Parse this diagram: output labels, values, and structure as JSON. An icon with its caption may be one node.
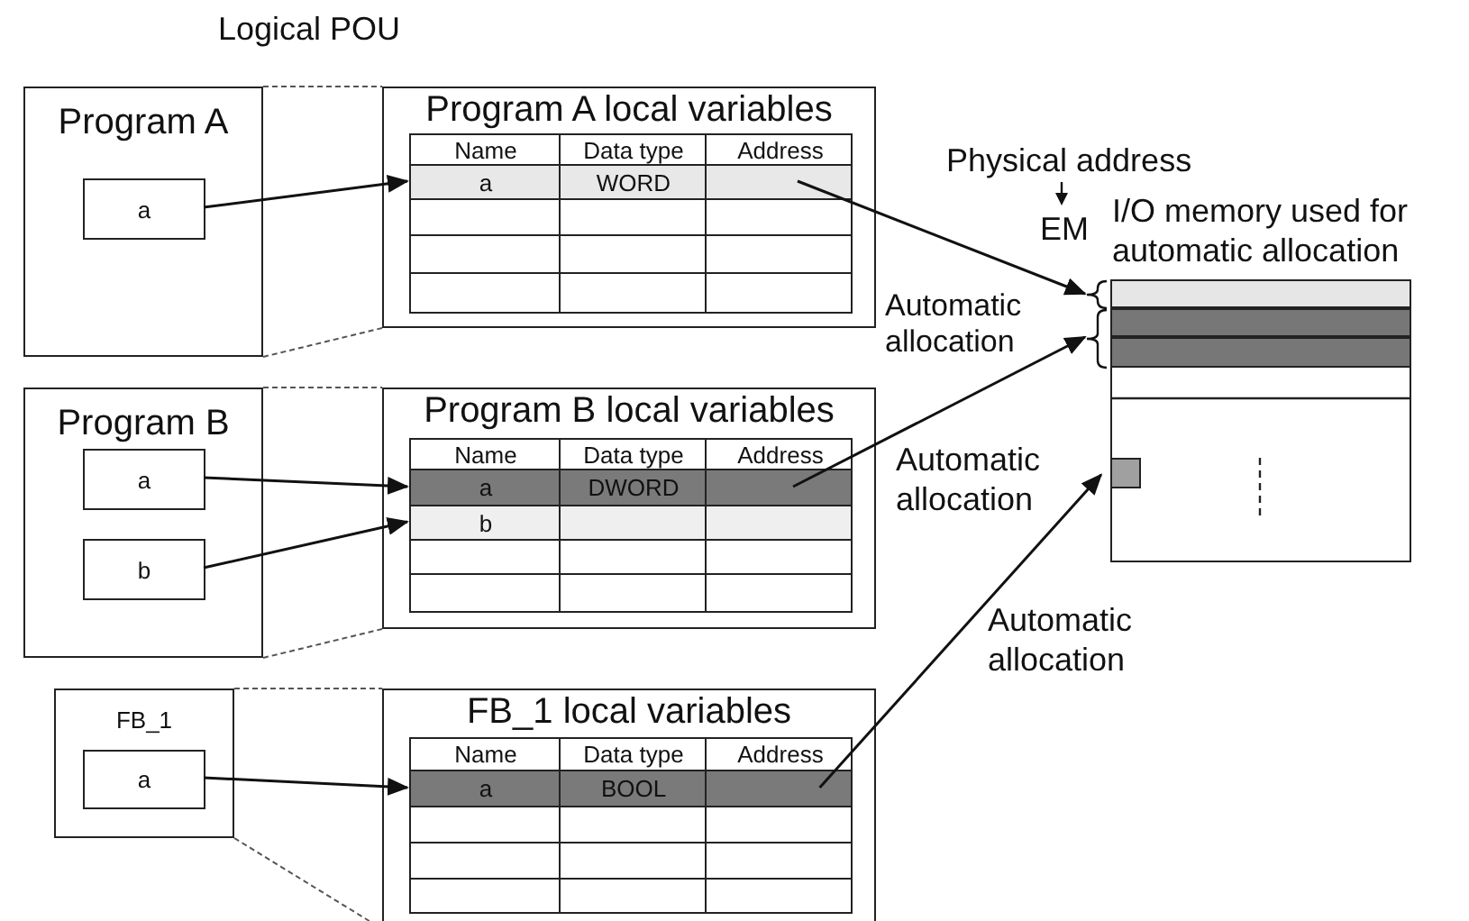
{
  "diagram": {
    "nodes": [
      {
        "text": [
          "Program A"
        ]
      },
      {
        "text": [
          "a"
        ],
        "in": 0
      },
      {
        "text": [
          "Program A local variables"
        ]
      },
      {
        "text": [
          "a",
          "WORD"
        ],
        "in": 2
      },
      {
        "text": [
          "Program B"
        ]
      },
      {
        "text": [
          "a"
        ],
        "in": 4
      },
      {
        "text": [
          "b"
        ],
        "in": 4
      },
      {
        "text": [
          "Program B local variables"
        ]
      },
      {
        "text": [
          "a",
          "DWORD"
        ],
        "in": 7
      },
      {
        "text": [
          "b"
        ],
        "in": 7
      },
      {
        "text": [
          "FB_1"
        ]
      },
      {
        "text": [
          "a"
        ],
        "in": 10
      },
      {
        "text": [
          "FB_1 local variables"
        ]
      },
      {
        "text": [
          "a",
          "BOOL"
        ],
        "in": 12
      },
      {
        "text": [
          "I/O memory used for automatic allocation"
        ]
      },
      {
        "text": [],
        "shape": "bar",
        "in": 14
      },
      {
        "text": [],
        "shape": "bar",
        "in": 14
      },
      {
        "text": [],
        "shape": "bar",
        "in": 14
      },
      {
        "text": [],
        "shape": "box",
        "in": 14
      }
    ],
    "edges": [
      {
        "from": 1,
        "to": 3,
        "arrow": "to"
      },
      {
        "from": 5,
        "to": 8,
        "arrow": "to"
      },
      {
        "from": 6,
        "to": 9,
        "arrow": "to"
      },
      {
        "from": 11,
        "to": 13,
        "arrow": "to"
      },
      {
        "from": 3,
        "to": 15,
        "arrow": "to"
      },
      {
        "from": 8,
        "to": 16,
        "arrow": "to"
      },
      {
        "from": 13,
        "to": 18,
        "arrow": "to"
      },
      {
        "from": 0,
        "to": 2,
        "arrow": "none",
        "style": "dashed"
      },
      {
        "from": 0,
        "to": 2,
        "arrow": "none",
        "style": "dashed"
      },
      {
        "from": 4,
        "to": 7,
        "arrow": "none",
        "style": "dashed"
      },
      {
        "from": 4,
        "to": 7,
        "arrow": "none",
        "style": "dashed"
      },
      {
        "from": 10,
        "to": 12,
        "arrow": "none",
        "style": "dashed"
      },
      {
        "from": 10,
        "to": 12,
        "arrow": "none",
        "style": "dashed"
      }
    ],
    "labels": [
      "Logical POU",
      "Name",
      "Data type",
      "Address",
      "Physical address",
      "EM",
      "Automatic allocation",
      "Name",
      "Data type",
      "Address",
      "Automatic allocation",
      "Automatic allocation",
      "Name",
      "Data type",
      "Address"
    ]
  }
}
